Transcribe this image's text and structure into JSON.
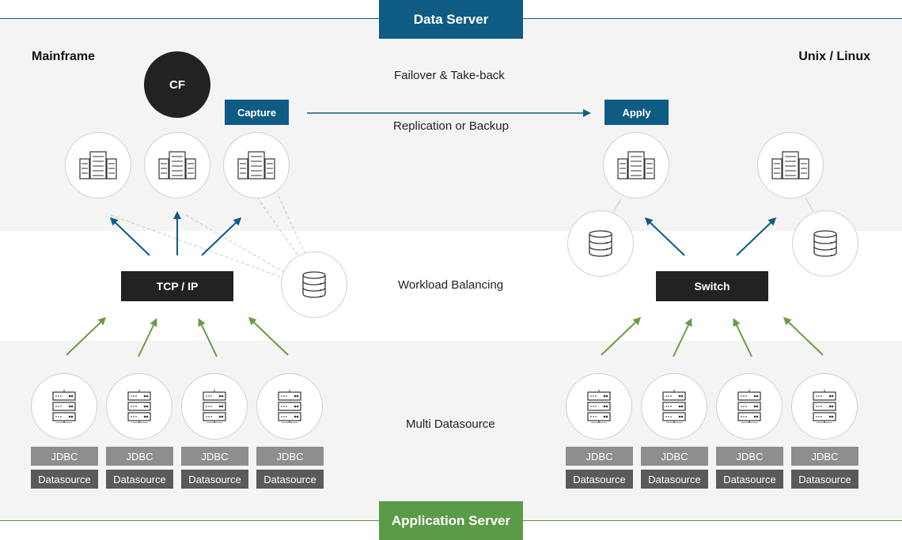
{
  "header": {
    "data_server": "Data Server"
  },
  "footer": {
    "application_server": "Application Server"
  },
  "left": {
    "title": "Mainframe",
    "cf": "CF",
    "capture": "Capture",
    "router": "TCP / IP",
    "jdbc": [
      "JDBC",
      "JDBC",
      "JDBC",
      "JDBC"
    ],
    "datasource": [
      "Datasource",
      "Datasource",
      "Datasource",
      "Datasource"
    ]
  },
  "right": {
    "title": "Unix / Linux",
    "apply": "Apply",
    "switch": "Switch",
    "jdbc": [
      "JDBC",
      "JDBC",
      "JDBC",
      "JDBC"
    ],
    "datasource": [
      "Datasource",
      "Datasource",
      "Datasource",
      "Datasource"
    ]
  },
  "center": {
    "failover": "Failover & Take-back",
    "replication": "Replication or Backup",
    "workload": "Workload Balancing",
    "multi": "Multi Datasource"
  },
  "colors": {
    "accent_blue": "#0e5b84",
    "accent_green": "#5b9a47",
    "arrow_blue": "#0e5b84",
    "arrow_green": "#6a9a4a"
  }
}
